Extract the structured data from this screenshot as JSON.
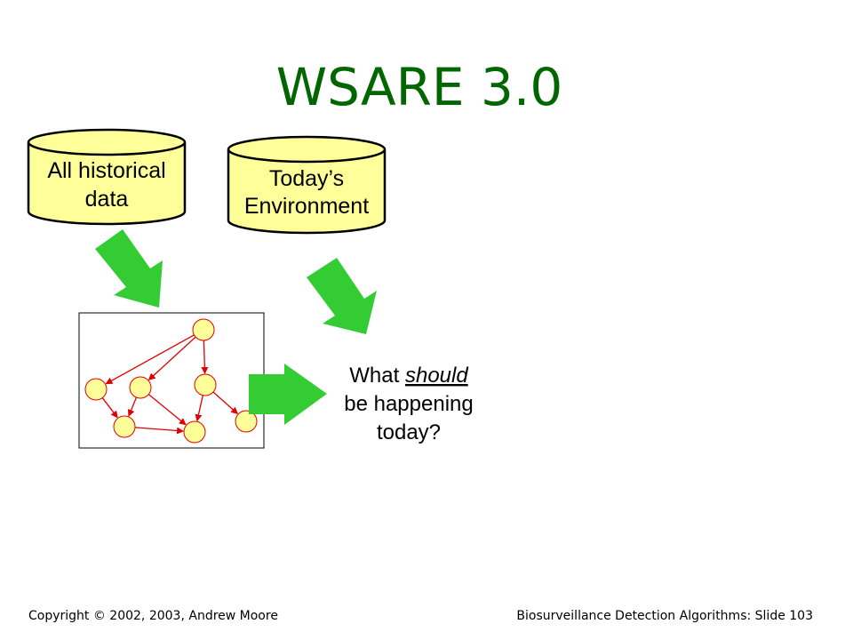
{
  "slide": {
    "title": "WSARE 3.0",
    "title_color": "#006600",
    "historical_db": {
      "line1": "All historical",
      "line2": "data"
    },
    "today_db": {
      "line1": "Today’s",
      "line2": "Environment"
    },
    "question": {
      "prefix": "What ",
      "emphasis": "should",
      "line2": "be happening",
      "line3": "today?"
    },
    "footer": {
      "copyright": "Copyright © 2002, 2003, Andrew  Moore",
      "slide_label": "Biosurveillance Detection Algorithms: Slide 103"
    }
  },
  "colors": {
    "db_fill": "#FFFF99",
    "arrow_green": "#33CC33",
    "node_fill": "#FFFF99",
    "edge_red": "#E00000"
  },
  "network": {
    "nodes": [
      {
        "id": "n0",
        "label": ""
      },
      {
        "id": "n1",
        "label": ""
      },
      {
        "id": "n2",
        "label": ""
      },
      {
        "id": "n3",
        "label": ""
      },
      {
        "id": "n4",
        "label": ""
      },
      {
        "id": "n5",
        "label": ""
      },
      {
        "id": "n6",
        "label": ""
      }
    ],
    "edges": [
      [
        "n0",
        "n1"
      ],
      [
        "n0",
        "n2"
      ],
      [
        "n0",
        "n3"
      ],
      [
        "n1",
        "n4"
      ],
      [
        "n2",
        "n4"
      ],
      [
        "n2",
        "n5"
      ],
      [
        "n3",
        "n5"
      ],
      [
        "n3",
        "n6"
      ],
      [
        "n4",
        "n5"
      ]
    ]
  }
}
